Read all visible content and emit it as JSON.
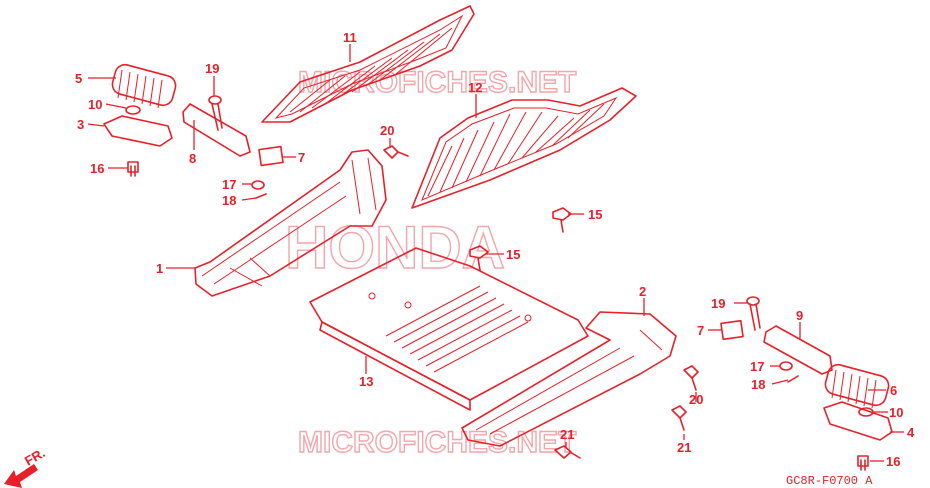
{
  "watermarks": {
    "top": "MICROFICHES.NET",
    "center": "HONDA",
    "bottom": "MICROFICHES.NET"
  },
  "direction_label": "FR.",
  "diagram_code": "GC8R-F0700 A",
  "callouts": [
    {
      "id": "c11a",
      "label": "11"
    },
    {
      "id": "c5a",
      "label": "5"
    },
    {
      "id": "c19a",
      "label": "19"
    },
    {
      "id": "c10a",
      "label": "10"
    },
    {
      "id": "c3a",
      "label": "3"
    },
    {
      "id": "c8a",
      "label": "8"
    },
    {
      "id": "c12a",
      "label": "12"
    },
    {
      "id": "c20a",
      "label": "20"
    },
    {
      "id": "c7a",
      "label": "7"
    },
    {
      "id": "c16a",
      "label": "16"
    },
    {
      "id": "c17a",
      "label": "17"
    },
    {
      "id": "c18a",
      "label": "18"
    },
    {
      "id": "c15a",
      "label": "15"
    },
    {
      "id": "c15b",
      "label": "15"
    },
    {
      "id": "c1a",
      "label": "1"
    },
    {
      "id": "c2a",
      "label": "2"
    },
    {
      "id": "c19b",
      "label": "19"
    },
    {
      "id": "c9a",
      "label": "9"
    },
    {
      "id": "c7b",
      "label": "7"
    },
    {
      "id": "c13a",
      "label": "13"
    },
    {
      "id": "c17b",
      "label": "17"
    },
    {
      "id": "c6a",
      "label": "6"
    },
    {
      "id": "c18b",
      "label": "18"
    },
    {
      "id": "c20b",
      "label": "20"
    },
    {
      "id": "c10b",
      "label": "10"
    },
    {
      "id": "c4a",
      "label": "4"
    },
    {
      "id": "c21a",
      "label": "21"
    },
    {
      "id": "c21b",
      "label": "21"
    },
    {
      "id": "c16b",
      "label": "16"
    }
  ]
}
